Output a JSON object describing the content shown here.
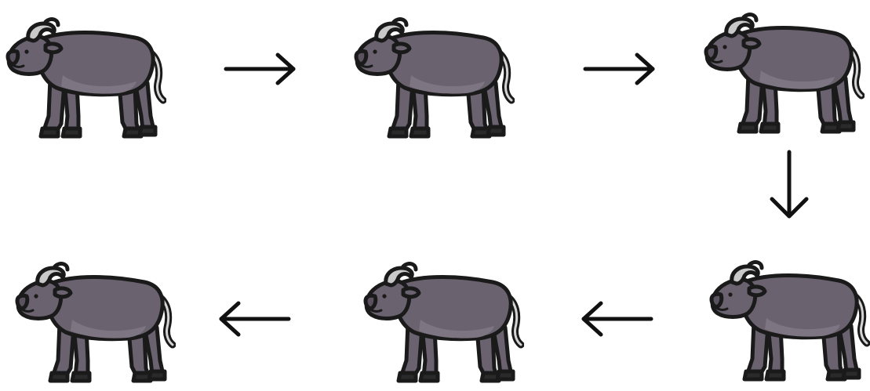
{
  "diagram": {
    "type": "flow",
    "nodes": [
      {
        "id": "buffalo-1",
        "icon": "water-buffalo-icon"
      },
      {
        "id": "buffalo-2",
        "icon": "water-buffalo-icon"
      },
      {
        "id": "buffalo-3",
        "icon": "water-buffalo-icon"
      },
      {
        "id": "buffalo-4",
        "icon": "water-buffalo-icon"
      },
      {
        "id": "buffalo-5",
        "icon": "water-buffalo-icon"
      },
      {
        "id": "buffalo-6",
        "icon": "water-buffalo-icon"
      }
    ],
    "edges": [
      {
        "from": "buffalo-1",
        "to": "buffalo-2",
        "direction": "right"
      },
      {
        "from": "buffalo-2",
        "to": "buffalo-3",
        "direction": "right"
      },
      {
        "from": "buffalo-3",
        "to": "buffalo-4",
        "direction": "down"
      },
      {
        "from": "buffalo-4",
        "to": "buffalo-5",
        "direction": "left"
      },
      {
        "from": "buffalo-5",
        "to": "buffalo-6",
        "direction": "left"
      }
    ],
    "colors": {
      "body": "#6b6270",
      "belly": "#7e7582",
      "outline": "#1a1a1a",
      "horn": "#c9c9c9",
      "arrow": "#111111",
      "background": "#ffffff"
    }
  }
}
